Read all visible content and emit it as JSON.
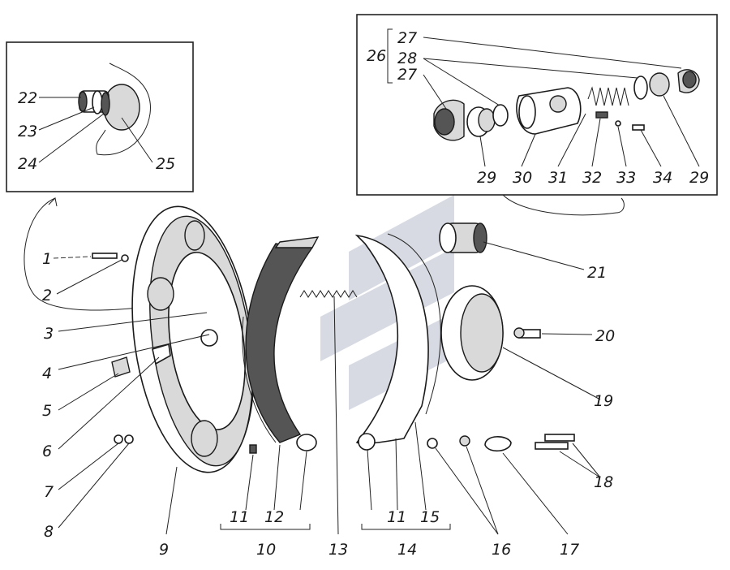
{
  "diagram": {
    "labels": {
      "p1": "1",
      "p2": "2",
      "p3": "3",
      "p4": "4",
      "p5": "5",
      "p6": "6",
      "p7": "7",
      "p8": "8",
      "p9": "9",
      "p10": "10",
      "p11a": "11",
      "p11b": "11",
      "p12": "12",
      "p13": "13",
      "p14": "14",
      "p15": "15",
      "p16": "16",
      "p17": "17",
      "p18": "18",
      "p19": "19",
      "p20": "20",
      "p21": "21",
      "p22": "22",
      "p23": "23",
      "p24": "24",
      "p25": "25",
      "p26": "26",
      "p27a": "27",
      "p28": "28",
      "p27b": "27",
      "p29a": "29",
      "p30": "30",
      "p31": "31",
      "p32": "32",
      "p33": "33",
      "p34": "34",
      "p29b": "29"
    }
  }
}
